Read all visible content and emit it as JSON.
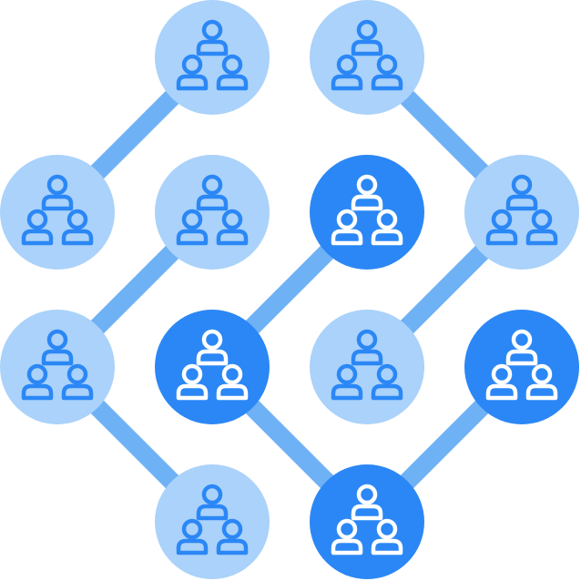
{
  "colors": {
    "light_node": "#aad2fa",
    "dark_node": "#2b87f5",
    "edge": "#6fb1f5",
    "icon_on_light": "#2b87f5",
    "icon_on_dark": "#ffffff"
  },
  "icon": "group-of-three-people-icon",
  "nodes": [
    {
      "id": "r0c1",
      "variant": "light"
    },
    {
      "id": "r0c2",
      "variant": "light"
    },
    {
      "id": "r1c0",
      "variant": "light"
    },
    {
      "id": "r1c1",
      "variant": "light"
    },
    {
      "id": "r1c2",
      "variant": "dark"
    },
    {
      "id": "r1c3",
      "variant": "light"
    },
    {
      "id": "r2c0",
      "variant": "light"
    },
    {
      "id": "r2c1",
      "variant": "dark"
    },
    {
      "id": "r2c2",
      "variant": "light"
    },
    {
      "id": "r2c3",
      "variant": "dark"
    },
    {
      "id": "r3c1",
      "variant": "light"
    },
    {
      "id": "r3c2",
      "variant": "dark"
    }
  ],
  "edges": [
    [
      "r1c0",
      "r0c1"
    ],
    [
      "r0c2",
      "r1c3"
    ],
    [
      "r2c0",
      "r1c1"
    ],
    [
      "r2c1",
      "r1c2"
    ],
    [
      "r2c2",
      "r1c3"
    ],
    [
      "r2c0",
      "r3c1"
    ],
    [
      "r2c1",
      "r3c2"
    ],
    [
      "r3c2",
      "r2c3"
    ]
  ]
}
